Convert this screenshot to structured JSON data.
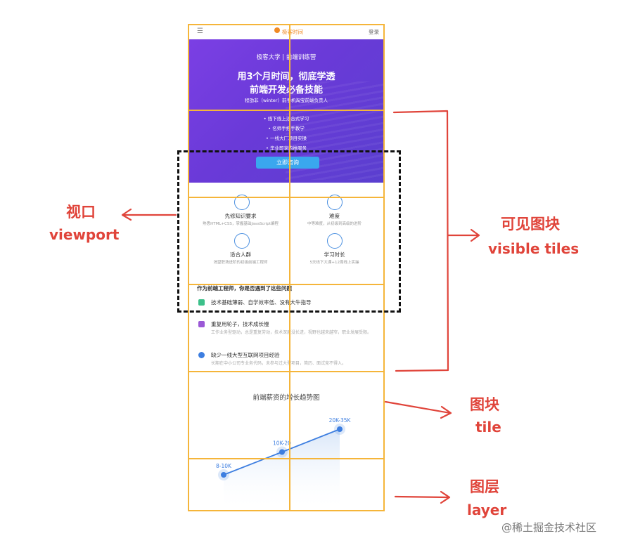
{
  "page": {
    "menu_icon": "hamburger-icon",
    "logo_text": "极客时间",
    "login": "登录",
    "banner": {
      "brand": "极客大学 | 前端训练营",
      "headline_1": "用3个月时间，彻底学透",
      "headline_2": "前端开发必备技能",
      "author": "程劭非（winter）前手机淘宝前端负责人",
      "bullets": [
        "线下线上混合式学习",
        "名师手把手教学",
        "一线大厂项目实操",
        "毕业即享内推服务"
      ],
      "cta": "立即咨询"
    },
    "features": [
      {
        "title": "先修知识要求",
        "sub": "熟悉HTML+CSS，掌握基础JavaScript编程",
        "icon": "graduation-cap-icon"
      },
      {
        "title": "难度",
        "sub": "中等难度，从初级到高级的进阶",
        "icon": "chart-icon"
      },
      {
        "title": "适合人群",
        "sub": "渴望职场进阶的初级前端工程师",
        "icon": "people-icon"
      },
      {
        "title": "学习时长",
        "sub": "5天线下大课+12周线上实操",
        "icon": "calendar-icon"
      }
    ],
    "questions_title": "作为前端工程师，你是否遇到了这些问题",
    "questions": [
      {
        "title": "技术基础薄弱、自学效率低、没有大牛指导",
        "sub": "",
        "color": "#3cc08a"
      },
      {
        "title": "重复用轮子，技术成长慢",
        "sub": "工作业务型驱动，总是重复劳动，技术深度没长进，视野也越来越窄，职业发展受限。",
        "color": "#9b59d6"
      },
      {
        "title": "缺少一线大型互联网项目经验",
        "sub": "长期在中小公司专业务代码，未参与过大型项目，简历、面试竞不得入。",
        "color": "#3d7ee0"
      }
    ],
    "chart_title": "前端薪资的增长趋势图"
  },
  "chart_data": {
    "type": "line",
    "title": "前端薪资的增长趋势图",
    "categories": [
      "8-10K",
      "10K-20",
      "20K-35K"
    ],
    "series": [
      {
        "values": [
          1,
          2,
          3
        ]
      }
    ],
    "color": "#3d7ee0"
  },
  "annotations": {
    "viewport_cn": "视口",
    "viewport_en": "viewport",
    "visible_tiles_cn": "可见图块",
    "visible_tiles_en": "visible tiles",
    "tile_cn": "图块",
    "tile_en": "tile",
    "layer_cn": "图层",
    "layer_en": "layer",
    "color": "#e0443a"
  },
  "watermark": "@稀土掘金技术社区"
}
